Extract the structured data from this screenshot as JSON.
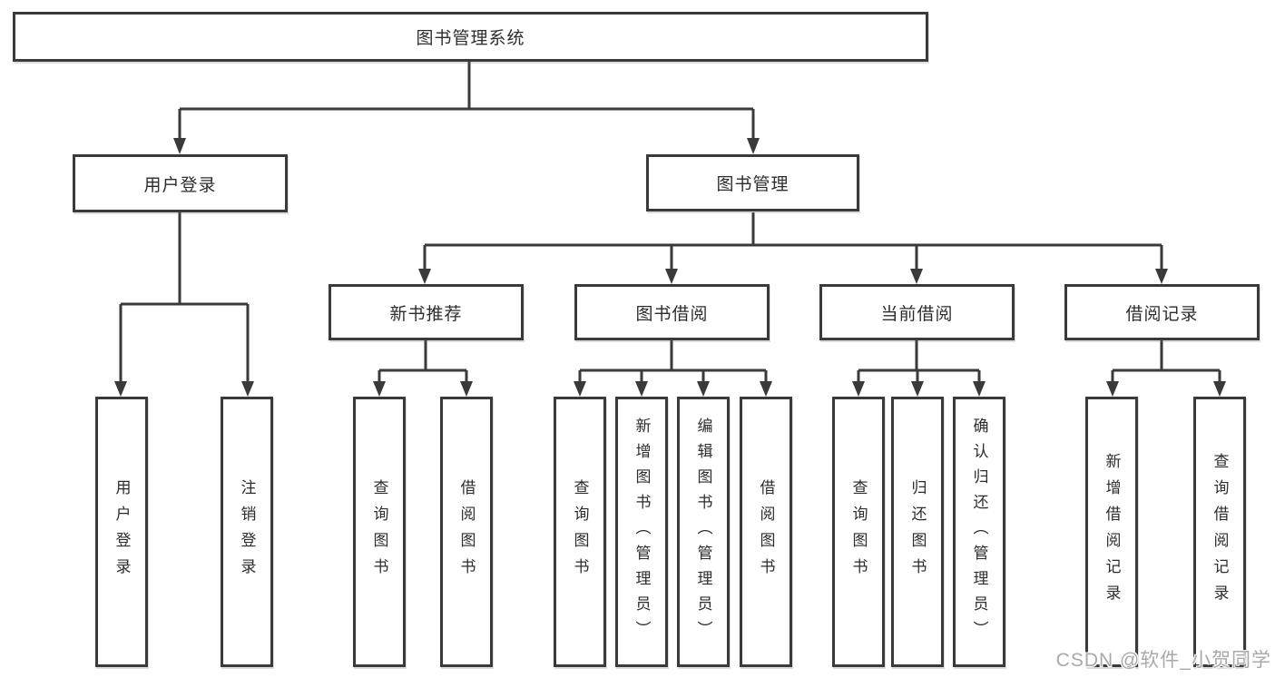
{
  "diagram": {
    "root": {
      "label": "图书管理系统"
    },
    "branches": [
      {
        "label": "用户登录",
        "children": [
          "用户登录",
          "注销登录"
        ]
      },
      {
        "label": "图书管理",
        "children": [
          {
            "label": "新书推荐",
            "children": [
              "查询图书",
              "借阅图书"
            ]
          },
          {
            "label": "图书借阅",
            "children": [
              "查询图书",
              "新增图书（管理员）",
              "编辑图书（管理员）",
              "借阅图书"
            ]
          },
          {
            "label": "当前借阅",
            "children": [
              "查询图书",
              "归还图书",
              "确认归还（管理员）"
            ]
          },
          {
            "label": "借阅记录",
            "children": [
              "新增借阅记录",
              "查询借阅记录"
            ]
          }
        ]
      }
    ]
  },
  "watermark": "CSDN @软件_小贺同学",
  "colors": {
    "line": "#3a3a3a",
    "box_border": "#3a3a3a",
    "text": "#2d2d2d",
    "watermark": "#a9a9a9",
    "background": "#ffffff"
  }
}
